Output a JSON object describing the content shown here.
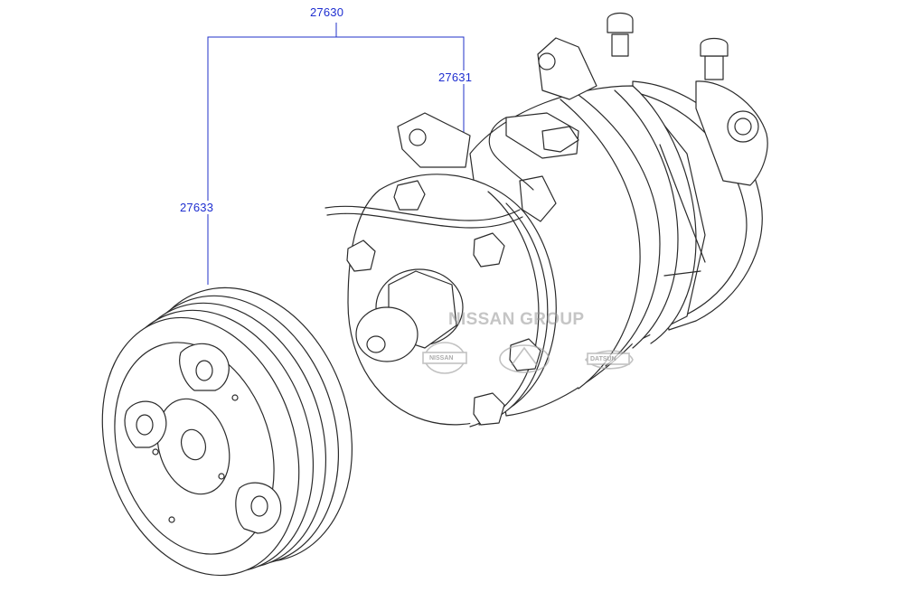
{
  "callouts": {
    "assembly": "27630",
    "compressor": "27631",
    "clutch": "27633"
  },
  "watermark": {
    "text": "NISSAN GROUP",
    "logos": {
      "nissan": "NISSAN",
      "infiniti": "",
      "datsun": "DATSUN"
    }
  },
  "colors": {
    "callout": "#1f2fd0",
    "drawing": "#2b2b2b",
    "watermark": "#9a9a9a"
  }
}
